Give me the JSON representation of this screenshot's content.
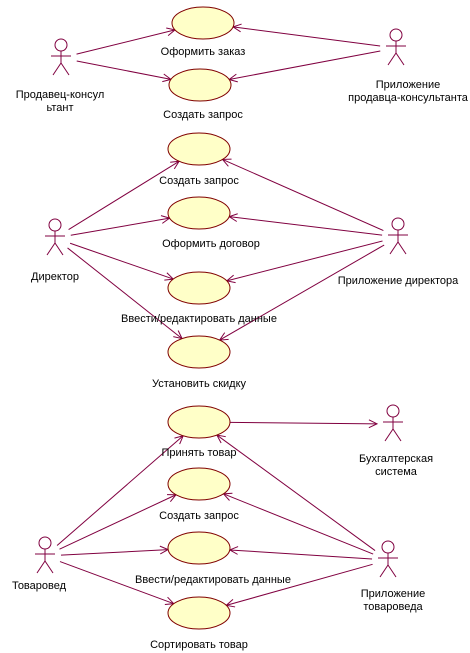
{
  "actors": [
    {
      "id": "seller",
      "label_lines": [
        "Продавец-консул",
        "ьтант"
      ]
    },
    {
      "id": "seller_app",
      "label_lines": [
        "Приложение",
        "продавца-консультанта"
      ]
    },
    {
      "id": "director",
      "label_lines": [
        "Директор"
      ]
    },
    {
      "id": "director_app",
      "label_lines": [
        "Приложение директора"
      ]
    },
    {
      "id": "accounting",
      "label_lines": [
        "Бухгалтерская",
        "система"
      ]
    },
    {
      "id": "merch",
      "label_lines": [
        "Товаровед"
      ]
    },
    {
      "id": "merch_app",
      "label_lines": [
        "Приложение",
        "товароведа"
      ]
    }
  ],
  "use_cases": [
    {
      "id": "uc_order",
      "label": "Оформить заказ"
    },
    {
      "id": "uc_request1",
      "label": "Создать запрос"
    },
    {
      "id": "uc_request2",
      "label": "Создать запрос"
    },
    {
      "id": "uc_contract",
      "label": "Оформить договор"
    },
    {
      "id": "uc_edit1",
      "label": "Ввести/редактировать данные"
    },
    {
      "id": "uc_discount",
      "label": "Установить скидку"
    },
    {
      "id": "uc_accept",
      "label": "Принять товар"
    },
    {
      "id": "uc_request3",
      "label": "Создать запрос"
    },
    {
      "id": "uc_edit2",
      "label": "Ввести/редактировать данные"
    },
    {
      "id": "uc_sort",
      "label": "Сортировать товар"
    }
  ],
  "associations": [
    {
      "from": "seller",
      "to": "uc_order"
    },
    {
      "from": "seller",
      "to": "uc_request1"
    },
    {
      "from": "seller_app",
      "to": "uc_order"
    },
    {
      "from": "seller_app",
      "to": "uc_request1"
    },
    {
      "from": "director",
      "to": "uc_request2"
    },
    {
      "from": "director",
      "to": "uc_contract"
    },
    {
      "from": "director",
      "to": "uc_edit1"
    },
    {
      "from": "director",
      "to": "uc_discount"
    },
    {
      "from": "director_app",
      "to": "uc_request2"
    },
    {
      "from": "director_app",
      "to": "uc_contract"
    },
    {
      "from": "director_app",
      "to": "uc_edit1"
    },
    {
      "from": "director_app",
      "to": "uc_discount"
    },
    {
      "from": "uc_accept",
      "to": "accounting"
    },
    {
      "from": "merch",
      "to": "uc_accept"
    },
    {
      "from": "merch",
      "to": "uc_request3"
    },
    {
      "from": "merch",
      "to": "uc_edit2"
    },
    {
      "from": "merch",
      "to": "uc_sort"
    },
    {
      "from": "merch_app",
      "to": "uc_accept"
    },
    {
      "from": "merch_app",
      "to": "uc_request3"
    },
    {
      "from": "merch_app",
      "to": "uc_edit2"
    },
    {
      "from": "merch_app",
      "to": "uc_sort"
    }
  ]
}
